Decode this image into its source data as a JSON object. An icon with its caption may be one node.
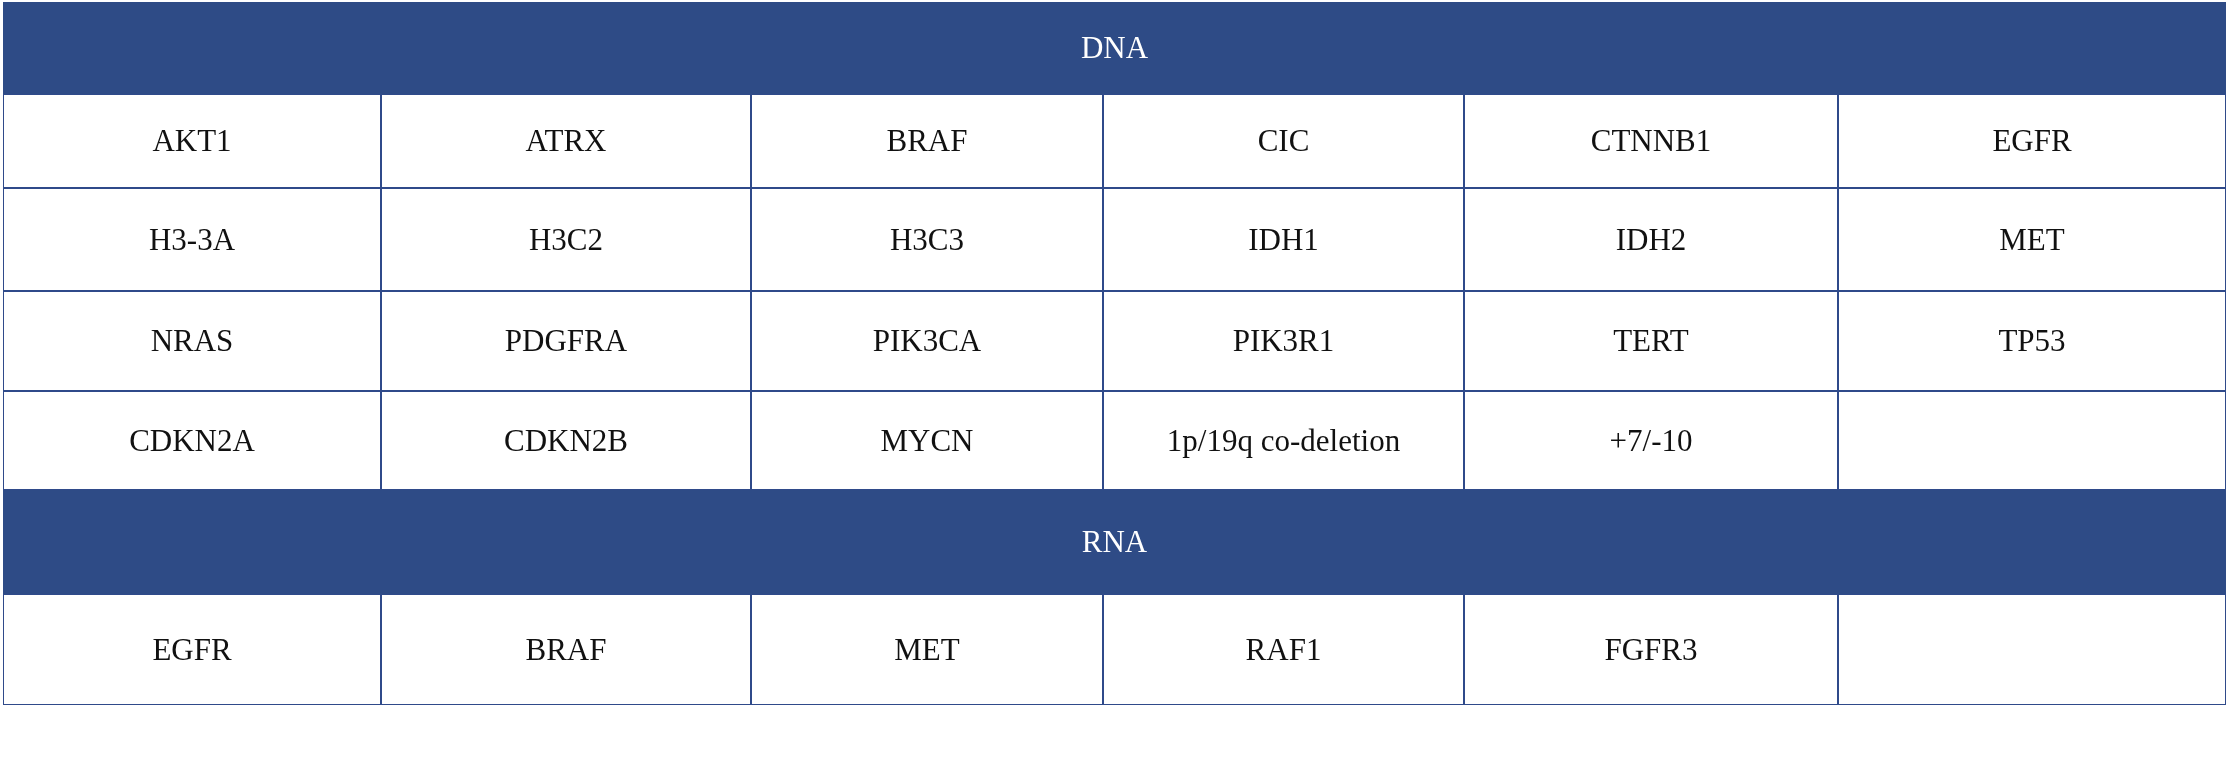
{
  "diagram": {
    "labels": [
      "DNA",
      "AKT1",
      "ATRX",
      "BRAF",
      "CIC",
      "CTNNB1",
      "EGFR",
      "H3-3A",
      "H3C2",
      "H3C3",
      "IDH1",
      "IDH2",
      "MET",
      "NRAS",
      "PDGFRA",
      "PIK3CA",
      "PIK3R1",
      "TERT",
      "TP53",
      "CDKN2A",
      "CDKN2B",
      "MYCN",
      "1p/19q co-deletion",
      "+7/-10",
      "RNA",
      "EGFR",
      "BRAF",
      "MET",
      "RAF1",
      "FGFR3"
    ]
  }
}
